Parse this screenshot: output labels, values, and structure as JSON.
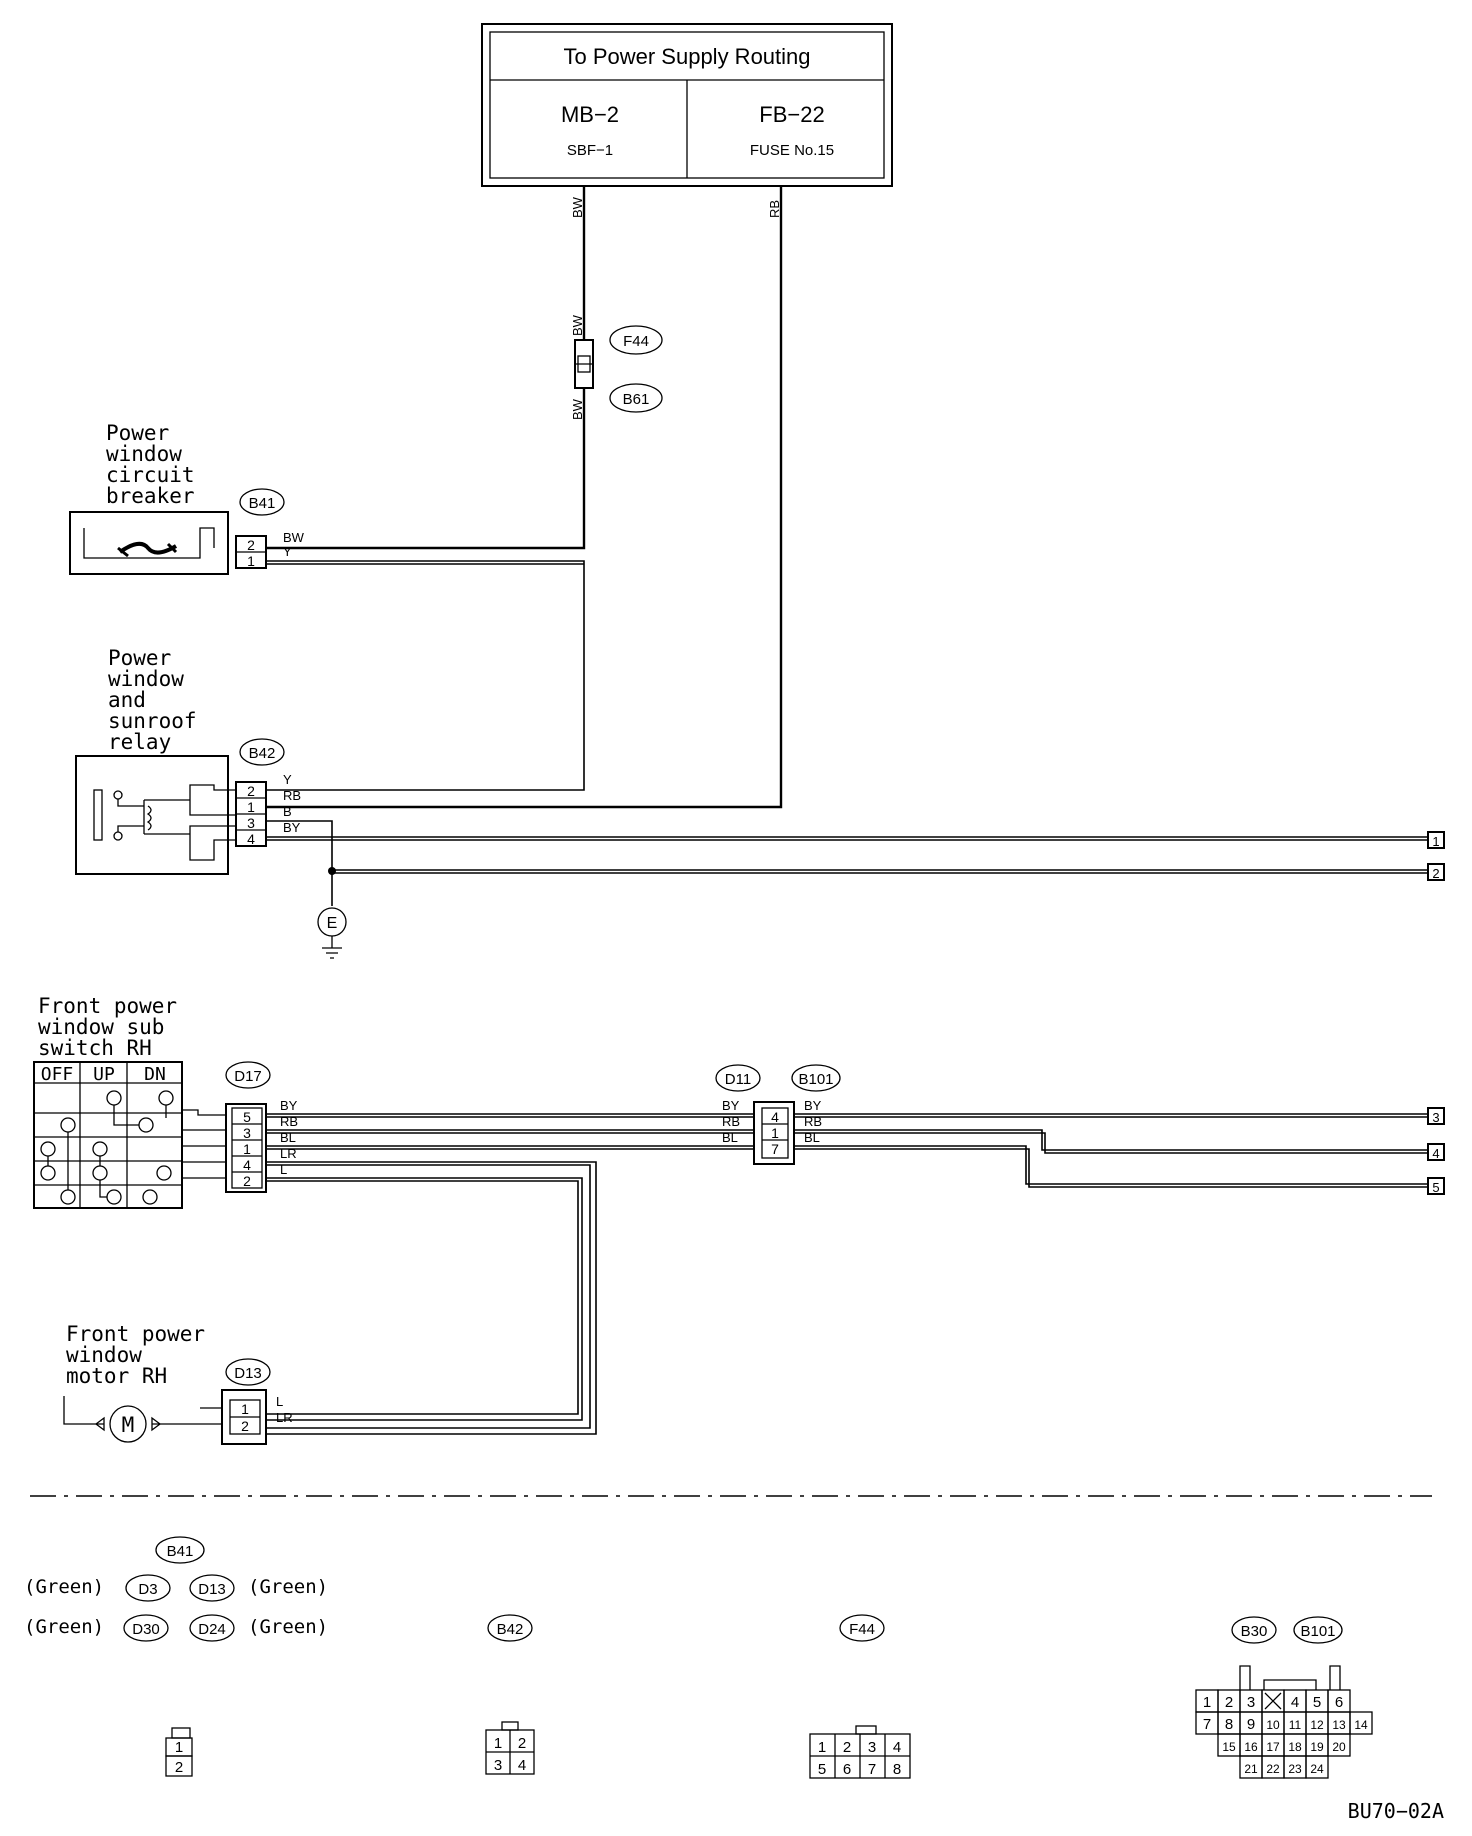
{
  "supply": {
    "title": "To Power Supply Routing",
    "left_line1": "MB−2",
    "left_line2": "SBF−1",
    "right_line1": "FB−22",
    "right_line2": "FUSE No.15"
  },
  "connectors": {
    "f44": "F44",
    "b61": "B61",
    "b41": "B41",
    "b42": "B42",
    "d17": "D17",
    "d11": "D11",
    "b101": "B101",
    "d13": "D13",
    "ground": "E"
  },
  "components": {
    "breaker": [
      "Power",
      "window",
      "circuit",
      "breaker"
    ],
    "relay": [
      "Power",
      "window",
      "and",
      "sunroof",
      "relay"
    ],
    "subswitch": [
      "Front power",
      "window sub",
      "switch RH"
    ],
    "motor": [
      "Front power",
      "window",
      "motor RH"
    ]
  },
  "switch_table": {
    "headers": [
      "OFF",
      "UP",
      "DN"
    ]
  },
  "wire_colors": {
    "bw": "BW",
    "rb": "RB",
    "y": "Y",
    "b": "B",
    "by": "BY",
    "bl": "BL",
    "lr": "LR",
    "l": "L"
  },
  "pins": {
    "b41": [
      "2",
      "1"
    ],
    "b42": [
      "2",
      "1",
      "3",
      "4"
    ],
    "d17": [
      "5",
      "3",
      "1",
      "4",
      "2"
    ],
    "b101": [
      "4",
      "1",
      "7"
    ],
    "d13": [
      "1",
      "2"
    ]
  },
  "terminals": [
    "1",
    "2",
    "3",
    "4",
    "5"
  ],
  "legend": {
    "b41": "B41",
    "d3": "D3",
    "d13": "D13",
    "d30": "D30",
    "d24": "D24",
    "green": "(Green)",
    "b42": "B42",
    "f44": "F44",
    "b30": "B30",
    "b101": "B101",
    "face_2pin": [
      "1",
      "2"
    ],
    "face_4pin": [
      "1",
      "2",
      "3",
      "4"
    ],
    "face_8pin": [
      "1",
      "2",
      "3",
      "4",
      "5",
      "6",
      "7",
      "8"
    ],
    "face_24pin": [
      "1",
      "2",
      "3",
      "4",
      "5",
      "6",
      "7",
      "8",
      "9",
      "10",
      "11",
      "12",
      "13",
      "14",
      "15",
      "16",
      "17",
      "18",
      "19",
      "20",
      "21",
      "22",
      "23",
      "24"
    ]
  },
  "code": "BU70−02A"
}
